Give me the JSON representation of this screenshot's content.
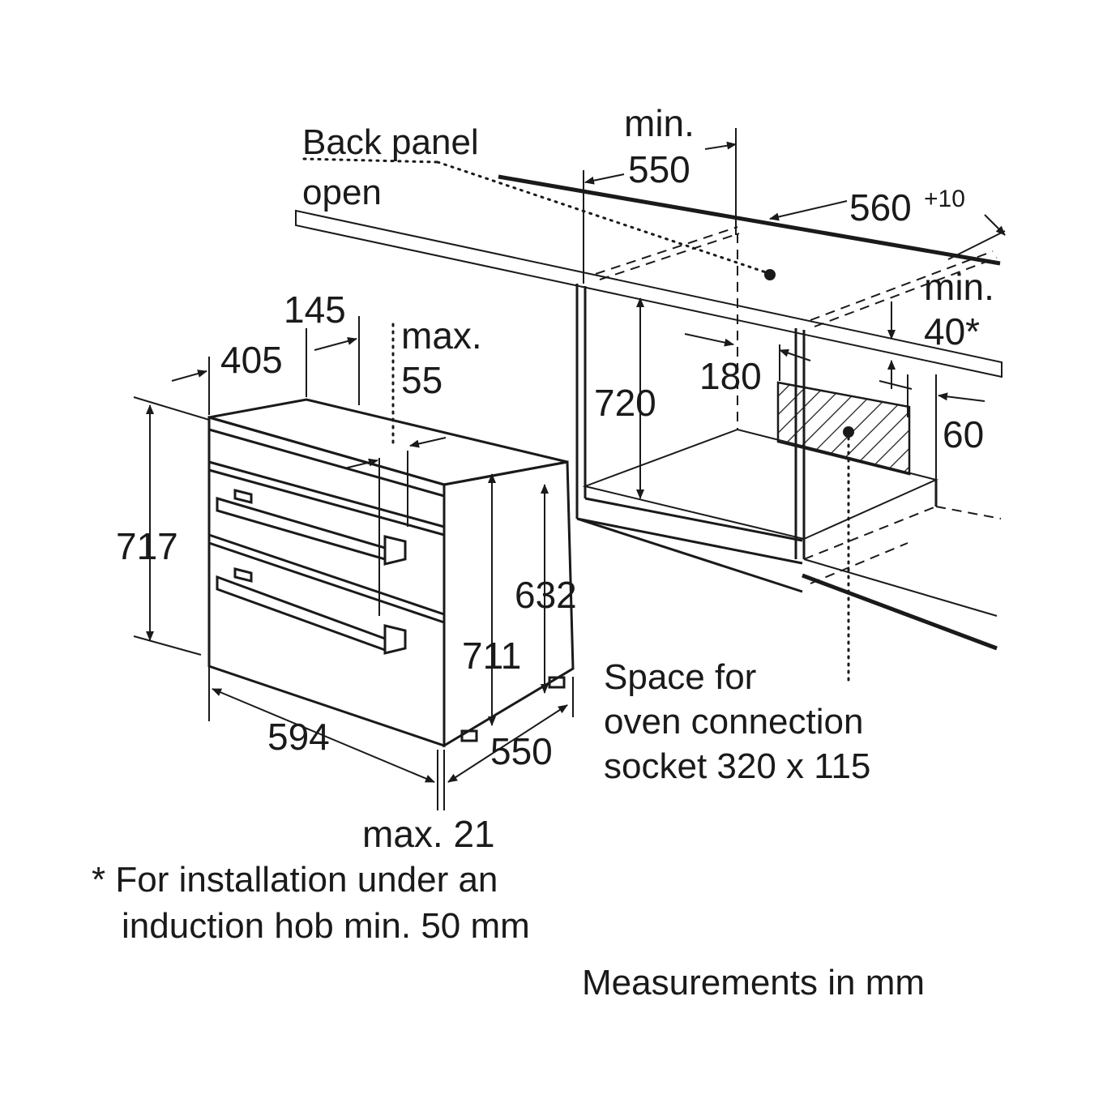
{
  "labels": {
    "back_panel_line1": "Back panel",
    "back_panel_line2": "open",
    "min_550_line1": "min.",
    "min_550_line2": "550",
    "dim_560": "560",
    "dim_560_tol": "+10",
    "min_40_line1": "min.",
    "min_40_line2": "40*",
    "dim_145": "145",
    "dim_405": "405",
    "max_55_line1": "max.",
    "max_55_line2": "55",
    "dim_720": "720",
    "dim_180": "180",
    "dim_60": "60",
    "dim_717": "717",
    "dim_632": "632",
    "dim_711": "711",
    "dim_594": "594",
    "dim_550_depth": "550",
    "max_21": "max. 21",
    "socket_line1": "Space for",
    "socket_line2": "oven connection",
    "socket_line3": "socket 320 x 115",
    "footnote_line1": "* For installation under an",
    "footnote_line2": "induction hob min. 50 mm",
    "units_note": "Measurements in mm"
  },
  "colors": {
    "line": "#1a1a1a",
    "background": "#ffffff"
  }
}
